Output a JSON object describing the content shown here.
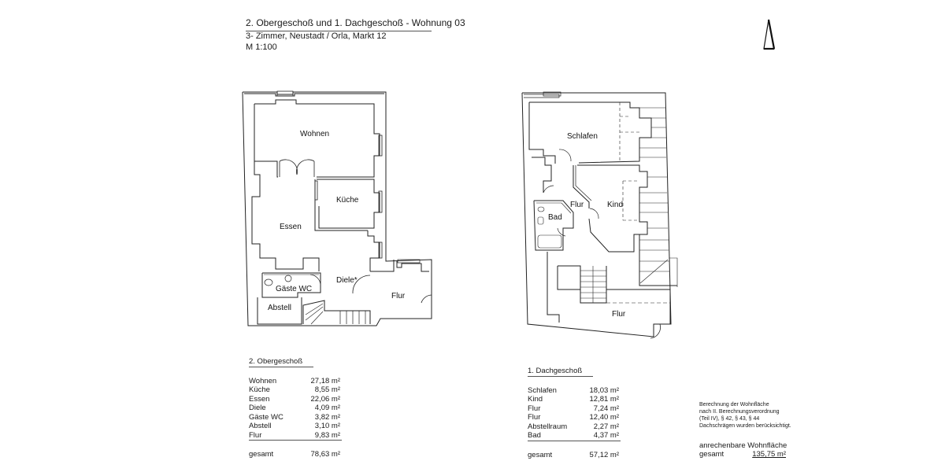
{
  "header": {
    "title": "2. Obergeschoß und 1. Dachgeschoß - Wohnung 03",
    "subtitle": "3- Zimmer, Neustadt / Orla, Markt 12",
    "scale": "M  1:100"
  },
  "north_arrow": {
    "icon": "north-arrow-icon"
  },
  "plans": {
    "obergeschoss": {
      "rooms": {
        "wohnen": "Wohnen",
        "kueche": "Küche",
        "essen": "Essen",
        "diele": "Diele*",
        "gaeste_wc": "Gäste WC",
        "abstell": "Abstell",
        "flur": "Flur"
      }
    },
    "dachgeschoss": {
      "rooms": {
        "schlafen": "Schlafen",
        "kind": "Kind",
        "flur1": "Flur",
        "bad": "Bad",
        "flur2": "Flur"
      }
    }
  },
  "tables": {
    "obergeschoss": {
      "title": "2. Obergeschoß",
      "rows": [
        {
          "room": "Wohnen",
          "area": "27,18 m²"
        },
        {
          "room": "Küche",
          "area": "8,55 m²"
        },
        {
          "room": "Essen",
          "area": "22,06 m²"
        },
        {
          "room": "Diele",
          "area": "4,09 m²"
        },
        {
          "room": "Gäste WC",
          "area": "3,82 m²"
        },
        {
          "room": "Abstell",
          "area": "3,10 m²"
        },
        {
          "room": "Flur",
          "area": "9,83 m²"
        }
      ],
      "total_label": "gesamt",
      "total": "78,63 m²"
    },
    "dachgeschoss": {
      "title": "1. Dachgeschoß",
      "rows": [
        {
          "room": "Schlafen",
          "area": "18,03 m²"
        },
        {
          "room": "Kind",
          "area": "12,81 m²"
        },
        {
          "room": "Flur",
          "area": "7,24 m²"
        },
        {
          "room": "Flur",
          "area": "12,40 m²"
        },
        {
          "room": "Abstellraum",
          "area": "2,27 m²"
        },
        {
          "room": "Bad",
          "area": "4,37 m²"
        }
      ],
      "total_label": "gesamt",
      "total": "57,12 m²"
    }
  },
  "notes": {
    "lines": [
      "Berechnung der Wohnfläche",
      "nach II. Berechnungsverordnung",
      "(Teil IV), § 42, § 43, § 44",
      "Dachschrägen wurden berücksichtigt."
    ],
    "living_area_label": "anrechenbare Wohnfläche",
    "total_label": "gesamt",
    "total": "135,75 m²"
  }
}
